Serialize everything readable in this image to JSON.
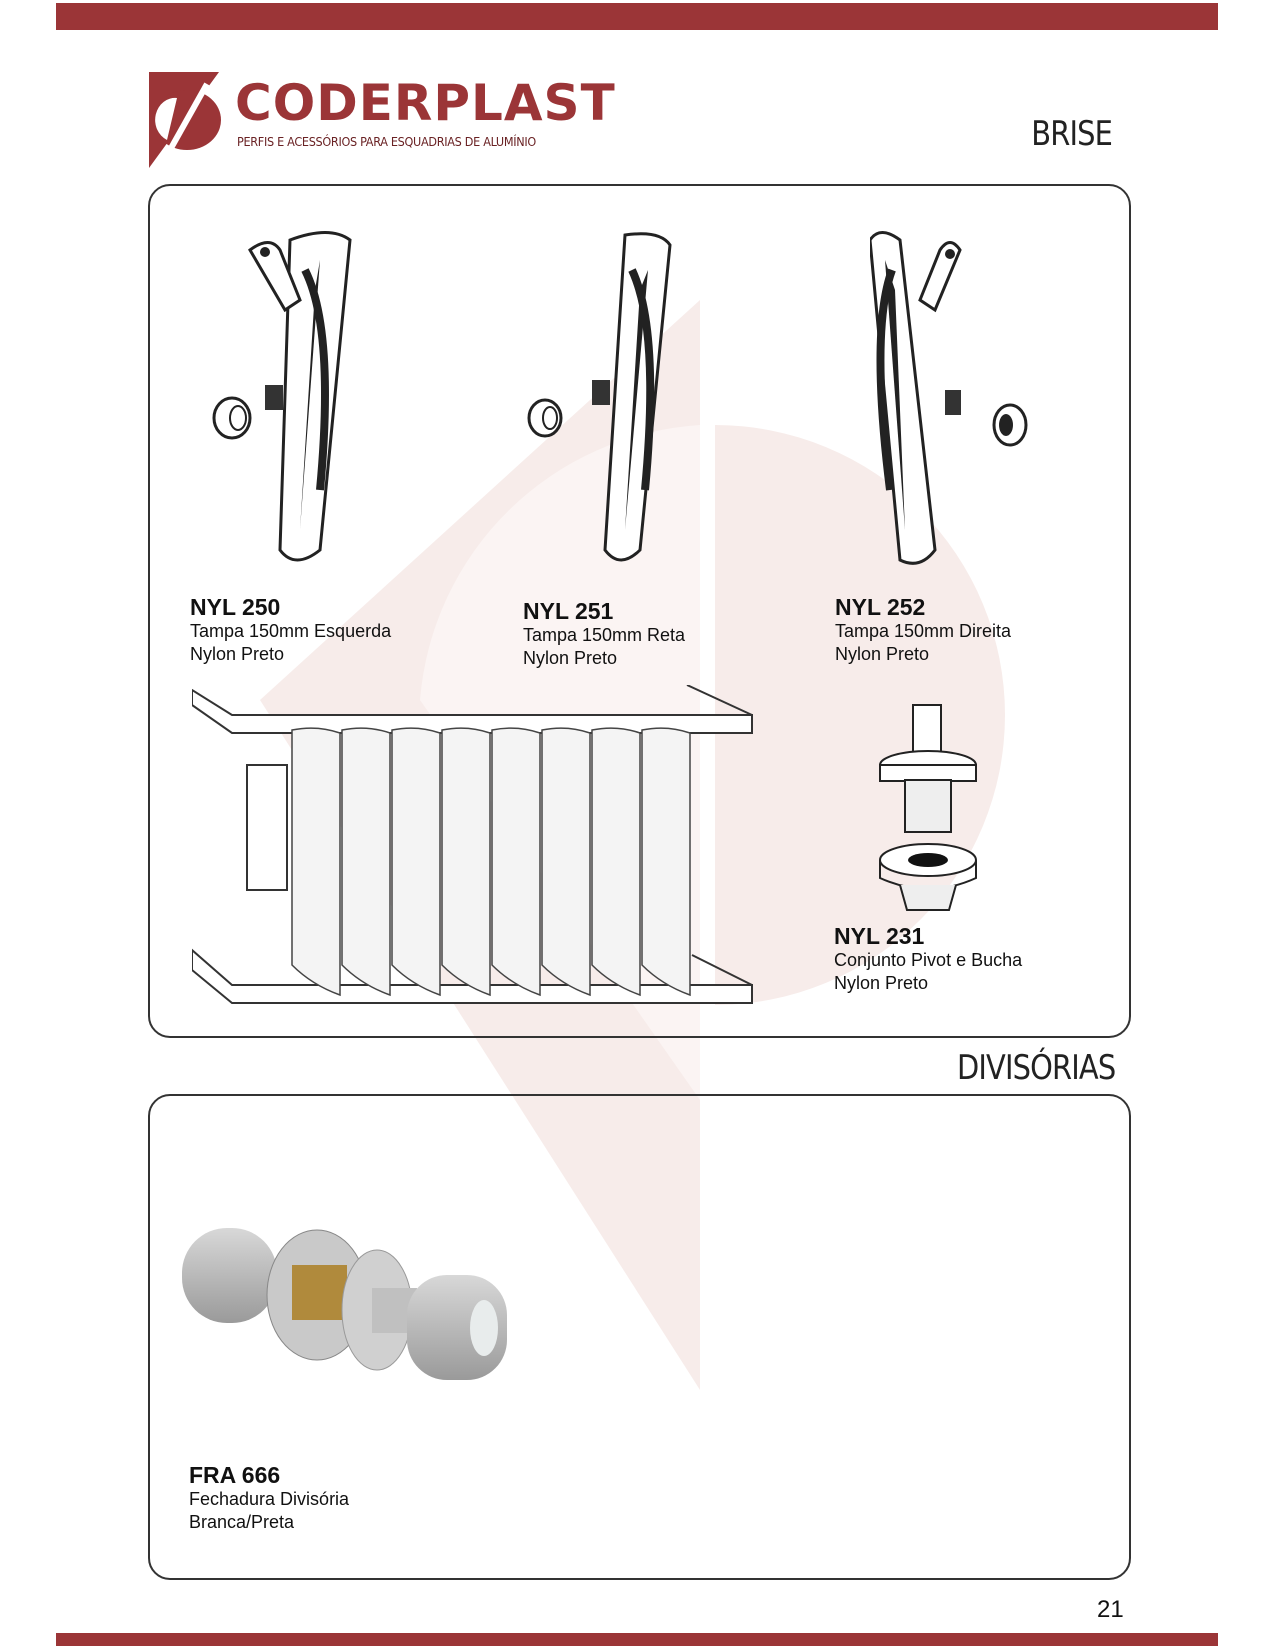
{
  "brand": {
    "name": "CODERPLAST",
    "tagline": "PERFIS E ACESSÓRIOS PARA ESQUADRIAS DE ALUMÍNIO"
  },
  "sections": {
    "brise": "BRISE",
    "divisorias": "DIVISÓRIAS"
  },
  "products": [
    {
      "code": "NYL 250",
      "description": "Tampa 150mm Esquerda",
      "material": "Nylon Preto"
    },
    {
      "code": "NYL 251",
      "description": "Tampa 150mm Reta",
      "material": "Nylon Preto"
    },
    {
      "code": "NYL 252",
      "description": "Tampa 150mm Direita",
      "material": "Nylon Preto"
    },
    {
      "code": "NYL 231",
      "description": "Conjunto Pivot e Bucha",
      "material": "Nylon Preto"
    },
    {
      "code": "FRA 666",
      "description": "Fechadura Divisória",
      "material": "Branca/Preta"
    }
  ],
  "page_number": "21",
  "colors": {
    "brand": "#9b3537",
    "watermark": "#f6ebe9"
  }
}
